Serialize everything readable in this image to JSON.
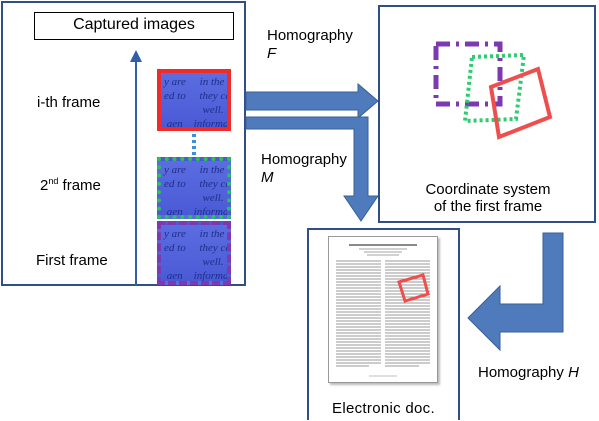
{
  "left_panel": {
    "title": "Captured images",
    "frames": [
      {
        "label_main": "i-th frame",
        "label_sup": ""
      },
      {
        "label_main": "2",
        "label_sup": "nd",
        "label_after": " frame"
      },
      {
        "label_main": "First frame",
        "label_sup": ""
      }
    ]
  },
  "arrows": {
    "homography_f": {
      "label": "Homography",
      "symbol": "F"
    },
    "homography_m": {
      "label": "Homography",
      "symbol": "M"
    },
    "homography_h": {
      "label": "Homography",
      "symbol": "H"
    }
  },
  "coord_panel": {
    "caption_line1": "Coordinate system",
    "caption_line2": "of the first frame"
  },
  "doc_panel": {
    "caption": "Electronic doc."
  },
  "colors": {
    "panel_border": "#2f4f86",
    "arrow_fill": "#4f7bbd",
    "red": "#ef4e4e",
    "green": "#2ecc71",
    "purple": "#7d3ab0",
    "dot_blue": "#3d8fd8"
  }
}
